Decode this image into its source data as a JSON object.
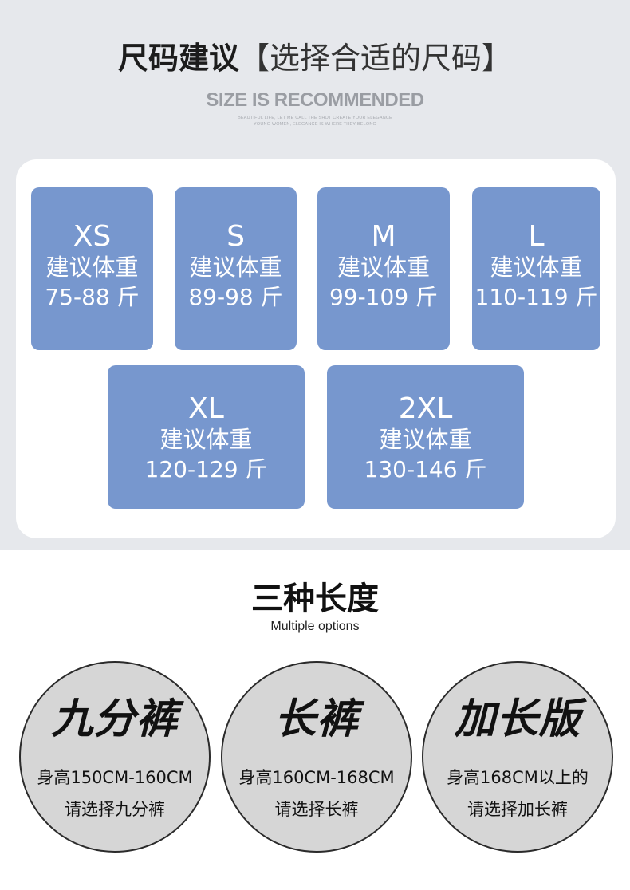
{
  "header": {
    "title_bold": "尺码建议",
    "title_bracket": "【选择合适的尺码】",
    "title_en": "SIZE IS RECOMMENDED",
    "fine_line1": "BEAUTIFUL LIFE, LET ME CALL THE SHOT CREATE YOUR ELEGANCE",
    "fine_line2": "YOUNG WOMEN, ELEGANCE IS WHERE THEY BELONG"
  },
  "sizes": [
    {
      "name": "XS",
      "label": "建议体重",
      "range": "75-88 斤"
    },
    {
      "name": "S",
      "label": "建议体重",
      "range": "89-98 斤"
    },
    {
      "name": "M",
      "label": "建议体重",
      "range": "99-109 斤"
    },
    {
      "name": "L",
      "label": "建议体重",
      "range": "110-119 斤"
    },
    {
      "name": "XL",
      "label": "建议体重",
      "range": "120-129 斤"
    },
    {
      "name": "2XL",
      "label": "建议体重",
      "range": "130-146 斤"
    }
  ],
  "lengths": {
    "title": "三种长度",
    "subtitle": "Multiple options",
    "options": [
      {
        "title": "九分裤",
        "line1": "身高150CM-160CM",
        "line2": "请选择九分裤"
      },
      {
        "title": "长裤",
        "line1": "身高160CM-168CM",
        "line2": "请选择长裤"
      },
      {
        "title": "加长版",
        "line1": "身高168CM以上的",
        "line2": "请选择加长裤"
      }
    ]
  },
  "colors": {
    "size_box": "#7797ce",
    "panel_bg": "#e6e8ec",
    "circle_bg": "#d6d6d6"
  }
}
